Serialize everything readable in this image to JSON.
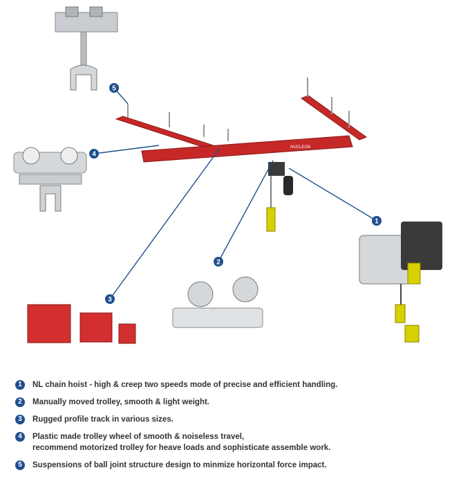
{
  "brand_label": "NUCLEON",
  "callouts": [
    "1",
    "2",
    "3",
    "4",
    "5"
  ],
  "legend": [
    {
      "num": "1",
      "lines": [
        "NL chain hoist - high & creep two speeds mode of precise and efficient handling."
      ]
    },
    {
      "num": "2",
      "lines": [
        "Manually moved trolley, smooth & light weight."
      ]
    },
    {
      "num": "3",
      "lines": [
        "Rugged profile track in various sizes."
      ]
    },
    {
      "num": "4",
      "lines": [
        "Plastic made trolley wheel of smooth & noiseless travel,",
        "recommend motorized trolley for heave loads and sophisticate assemble work."
      ]
    },
    {
      "num": "5",
      "lines": [
        "Suspensions of ball joint structure design to minmize horizontal force impact."
      ]
    }
  ],
  "colors": {
    "track_red": "#c62828",
    "callout_blue": "#1f4f8f",
    "metal": "#c9ccd0",
    "hoist_dark": "#3a3a3a",
    "hoist_yellow": "#d8d000"
  }
}
